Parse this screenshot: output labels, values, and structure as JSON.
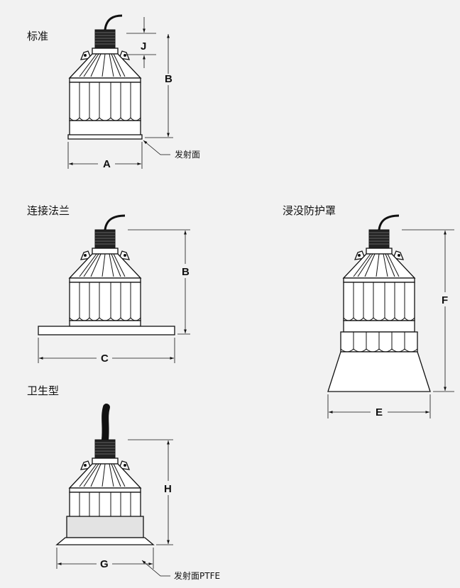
{
  "labels": {
    "standard": "标准",
    "flange": "连接法兰",
    "submersion": "浸没防护罩",
    "sanitary": "卫生型"
  },
  "dimensions": {
    "A": "A",
    "B": "B",
    "C": "C",
    "E": "E",
    "F": "F",
    "G": "G",
    "H": "H",
    "J": "J"
  },
  "notes": {
    "emitting_face": "发射面",
    "emitting_face_ptfe": "发射面PTFE"
  }
}
